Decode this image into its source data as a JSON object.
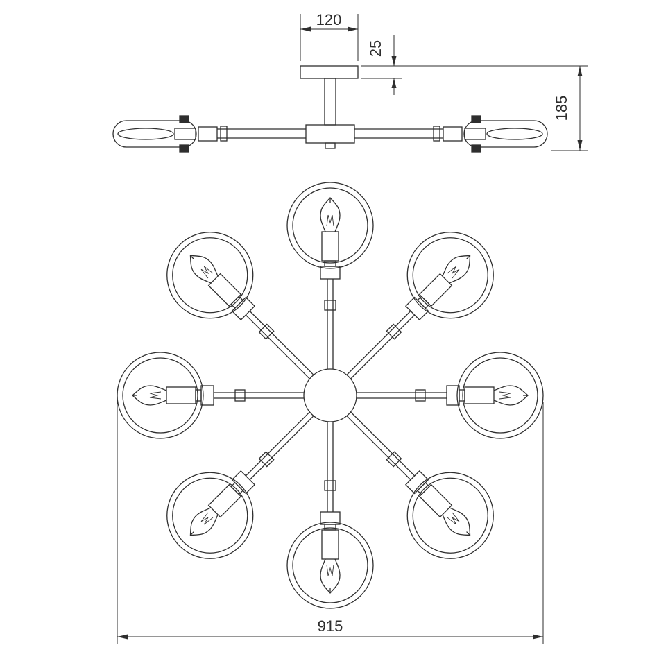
{
  "drawing": {
    "type": "chandelier-dimension-drawing",
    "views": {
      "side_view": "side-elevation",
      "plan_view": "top-plan-8-arms"
    },
    "dimensions": {
      "canopy_width": "120",
      "canopy_height": "25",
      "fixture_height": "185",
      "fixture_diameter": "915"
    },
    "colors": {
      "line": "#2e2e2e",
      "background": "#ffffff"
    }
  }
}
